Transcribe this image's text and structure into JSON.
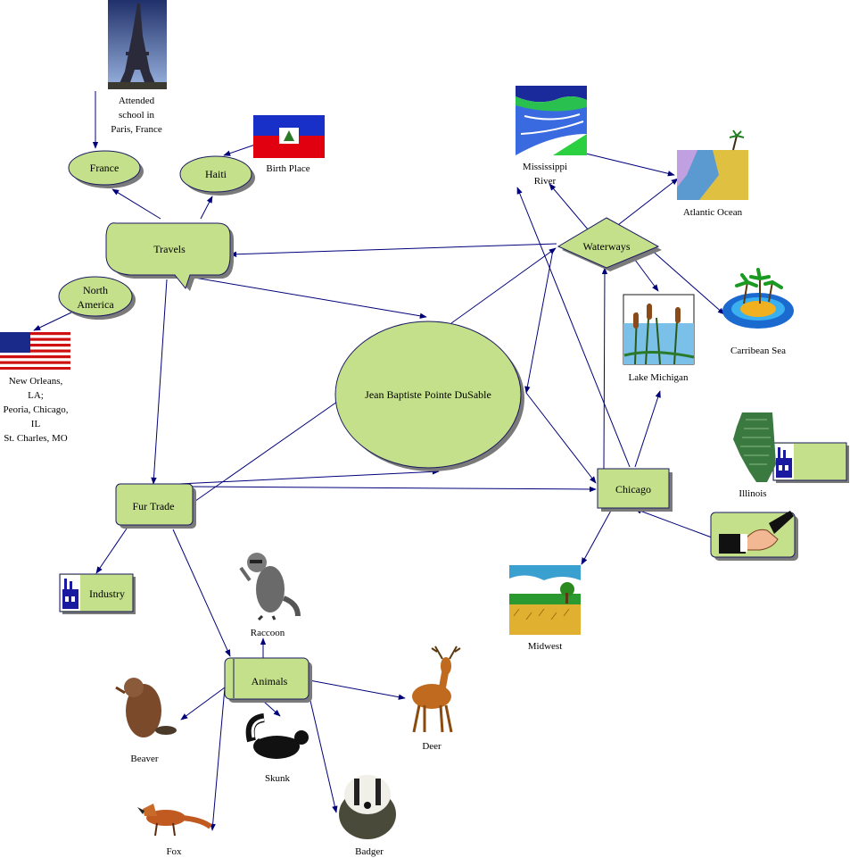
{
  "nodes": {
    "center": "Jean Baptiste Pointe DuSable",
    "travels": "Travels",
    "france": "France",
    "haiti": "Haiti",
    "north_america_l1": "North",
    "north_america_l2": "America",
    "waterways": "Waterways",
    "fur_trade": "Fur Trade",
    "chicago": "Chicago",
    "industry": "Industry",
    "animals": "Animals"
  },
  "labels": {
    "paris": [
      "Attended",
      "school in",
      "Paris, France"
    ],
    "birth_place": "Birth Place",
    "us_places": [
      "New Orleans,",
      "LA;",
      "Peoria, Chicago,",
      "IL",
      "St. Charles, MO"
    ],
    "mississippi": [
      "Mississippi",
      "River"
    ],
    "atlantic": "Atlantic Ocean",
    "caribbean": "Carribean Sea",
    "lake_michigan": "Lake Michigan",
    "illinois": "Illinois",
    "midwest": "Midwest",
    "raccoon": "Raccoon",
    "beaver": "Beaver",
    "skunk": "Skunk",
    "deer": "Deer",
    "fox": "Fox",
    "badger": "Badger"
  },
  "colors": {
    "node_fill": "#c4e08a",
    "node_stroke": "#1a1a60",
    "edge": "#00007a"
  },
  "icons": [
    "eiffel-tower-icon",
    "haiti-flag-icon",
    "us-flag-icon",
    "mississippi-river-icon",
    "atlantic-ocean-icon",
    "caribbean-island-icon",
    "lake-michigan-cattails-icon",
    "illinois-map-icon",
    "handshake-icon",
    "midwest-field-icon",
    "factory-icon",
    "raccoon-icon",
    "beaver-icon",
    "skunk-icon",
    "deer-icon",
    "fox-icon",
    "badger-icon"
  ]
}
